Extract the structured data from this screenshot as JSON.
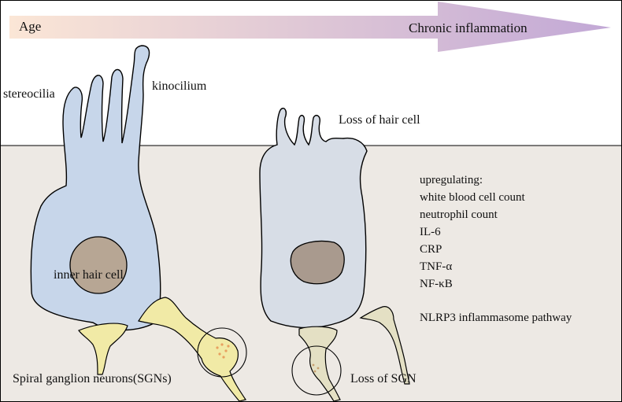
{
  "arrow": {
    "start_label": "Age",
    "end_label": "Chronic inflammation",
    "color_start": "#fbe6d6",
    "color_end": "#c2a8d6"
  },
  "tissue_color": "#ede9e4",
  "healthy_cell": {
    "stereocilia_label": "stereocilia",
    "kinocilium_label": "kinocilium",
    "cell_label": "inner hair cell",
    "cell_color": "#c7d6ea",
    "nucleus_color": "#b7a694"
  },
  "damaged_cell": {
    "loss_hair_cell_label": "Loss of hair cell",
    "cell_color": "#d7dde6",
    "nucleus_color": "#a99a8e"
  },
  "neurons": {
    "sgn_label": "Spiral ganglion neurons(SGNs)",
    "loss_sgn_label": "Loss of  SGN",
    "healthy_color": "#f1eaa6",
    "damaged_color": "#e4e0c4"
  },
  "upregulating": {
    "heading": "upregulating:",
    "items": [
      "white blood cell count",
      "neutrophil count",
      "IL-6",
      "CRP",
      "TNF-α",
      "NF-κB"
    ],
    "pathway": "NLRP3 inflammasome pathway"
  }
}
